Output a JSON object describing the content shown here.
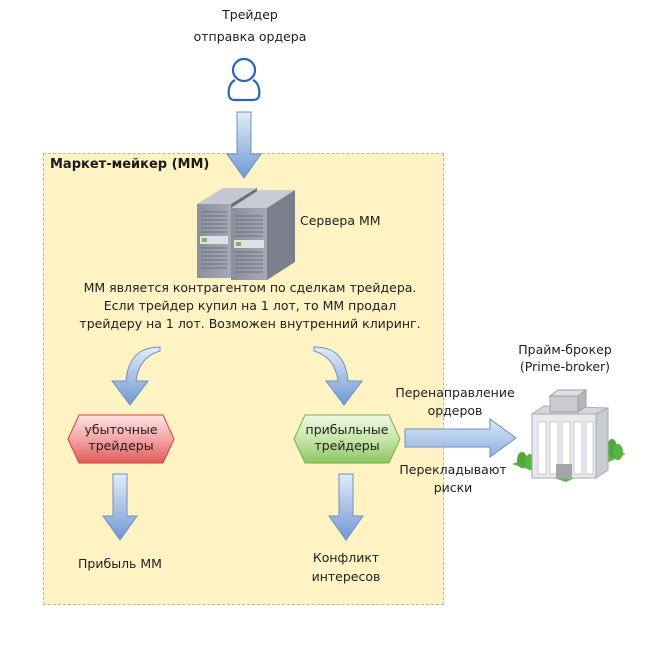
{
  "trader": {
    "title": "Трейдер",
    "subtitle": "отправка ордера",
    "icon": "user-icon"
  },
  "market_maker": {
    "title": "Маркет-мейкер (ММ)",
    "servers_label": "Сервера ММ",
    "servers_icon": "server-icon",
    "description": [
      "ММ является контрагентом по сделкам трейдера.",
      "Если трейдер купил на 1 лот, то ММ продал",
      "трейдеру на 1 лот. Возможен внутренний клиринг."
    ],
    "losing_traders": {
      "line1": "убыточные",
      "line2": "трейдеры",
      "color": "#e06666"
    },
    "profitable_traders": {
      "line1": "прибыльные",
      "line2": "трейдеры",
      "color": "#93c47d"
    },
    "mm_profit": "Прибыль ММ",
    "conflict": {
      "line1": "Конфликт",
      "line2": "интересов"
    }
  },
  "prime_broker": {
    "title_line1": "Прайм-брокер",
    "title_line2": "(Prime-broker)",
    "icon": "building-icon"
  },
  "arrow_labels": {
    "redirect_line1": "Перенаправление",
    "redirect_line2": "ордеров",
    "shift_line1": "Перекладывают",
    "shift_line2": "риски"
  },
  "colors": {
    "box_fill": "#fff3c4",
    "arrow_top": "#dbe6f5",
    "arrow_bottom": "#6f98d3",
    "user_stroke": "#2b63b8"
  }
}
